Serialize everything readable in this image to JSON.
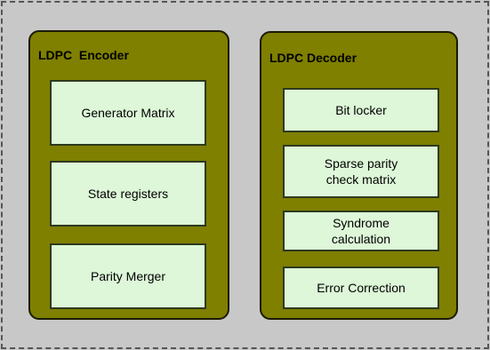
{
  "encoder": {
    "title": "LDPC  Encoder",
    "blocks": [
      "Generator Matrix",
      "State registers",
      "Parity Merger"
    ]
  },
  "decoder": {
    "title": "LDPC Decoder",
    "blocks": [
      "Bit locker",
      "Sparse parity\ncheck matrix",
      "Syndrome\ncalculation",
      "Error Correction"
    ]
  },
  "colors": {
    "background": "#c8c8c8",
    "panel_fill": "#7f7f00",
    "block_fill": "#ddf7d8",
    "border": "#1a1a00"
  }
}
